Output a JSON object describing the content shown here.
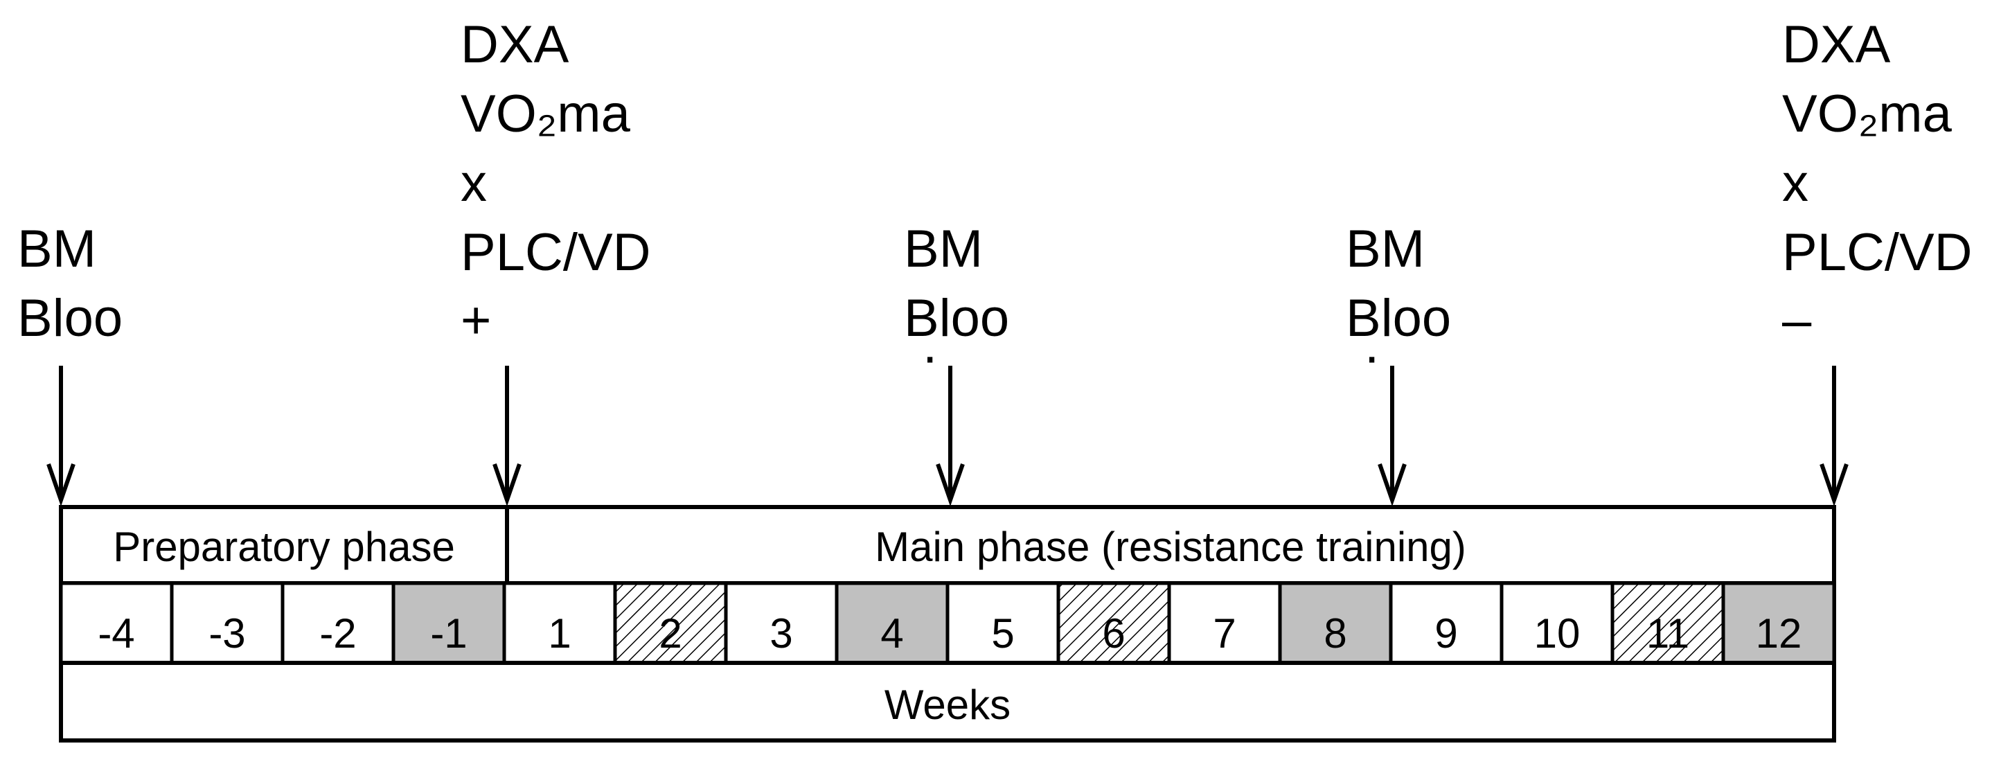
{
  "annotations": [
    {
      "id": "start",
      "lines": [
        "BM",
        "Bloo"
      ],
      "tail": ""
    },
    {
      "id": "baseline",
      "lines": [
        "DXA",
        "VO₂ma",
        "x",
        "PLC/VD",
        "+"
      ],
      "tail": ""
    },
    {
      "id": "mid1",
      "lines": [
        "BM",
        "Bloo"
      ],
      "tail": "·"
    },
    {
      "id": "mid2",
      "lines": [
        "BM",
        "Bloo"
      ],
      "tail": "·"
    },
    {
      "id": "end",
      "lines": [
        "DXA",
        "VO₂ma",
        "x",
        "PLC/VD",
        "–"
      ],
      "tail": ""
    }
  ],
  "phases": {
    "preparatory": "Preparatory phase",
    "main": "Main phase (resistance training)"
  },
  "weeks": [
    {
      "label": "-4",
      "fill": "none"
    },
    {
      "label": "-3",
      "fill": "none"
    },
    {
      "label": "-2",
      "fill": "none"
    },
    {
      "label": "-1",
      "fill": "gray"
    },
    {
      "label": "1",
      "fill": "none"
    },
    {
      "label": "2",
      "fill": "hatch"
    },
    {
      "label": "3",
      "fill": "none"
    },
    {
      "label": "4",
      "fill": "gray"
    },
    {
      "label": "5",
      "fill": "none"
    },
    {
      "label": "6",
      "fill": "hatch"
    },
    {
      "label": "7",
      "fill": "none"
    },
    {
      "label": "8",
      "fill": "gray"
    },
    {
      "label": "9",
      "fill": "none"
    },
    {
      "label": "10",
      "fill": "none"
    },
    {
      "label": "11",
      "fill": "hatch"
    },
    {
      "label": "12",
      "fill": "gray"
    }
  ],
  "weeks_label": "Weeks",
  "colors": {
    "gray": "#c0c0c0",
    "line": "#000000",
    "background": "#ffffff"
  }
}
